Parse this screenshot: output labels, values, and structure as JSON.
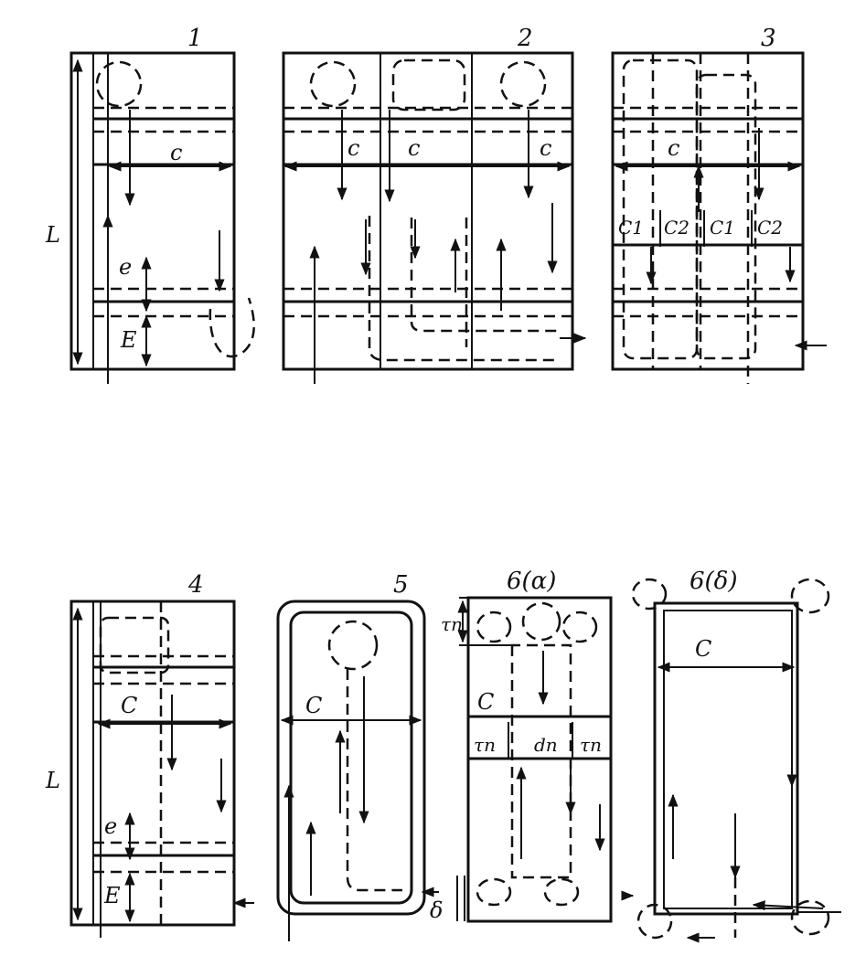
{
  "colors": {
    "ink": "#111111",
    "paper": "#ffffff"
  },
  "panels": [
    {
      "number": "1",
      "labels": {
        "c": "c",
        "L": "L",
        "e": "e",
        "E": "E"
      }
    },
    {
      "number": "2",
      "labels": {
        "c1": "c",
        "c2": "c",
        "c3": "c"
      }
    },
    {
      "number": "3",
      "labels": {
        "c": "c",
        "c1a": "C1",
        "c2a": "C2",
        "c1b": "C1",
        "c2b": "C2"
      }
    },
    {
      "number": "4",
      "labels": {
        "c": "C",
        "L": "L",
        "e": "e",
        "E": "E"
      }
    },
    {
      "number": "5",
      "labels": {
        "c": "C",
        "delta": "δ"
      }
    },
    {
      "number": "6(α)",
      "labels": {
        "tau_top": "τn",
        "c": "C",
        "tau_left": "τn",
        "d": "dn",
        "tau_right": "τn"
      }
    },
    {
      "number": "6(δ)",
      "labels": {
        "c": "C"
      }
    }
  ]
}
